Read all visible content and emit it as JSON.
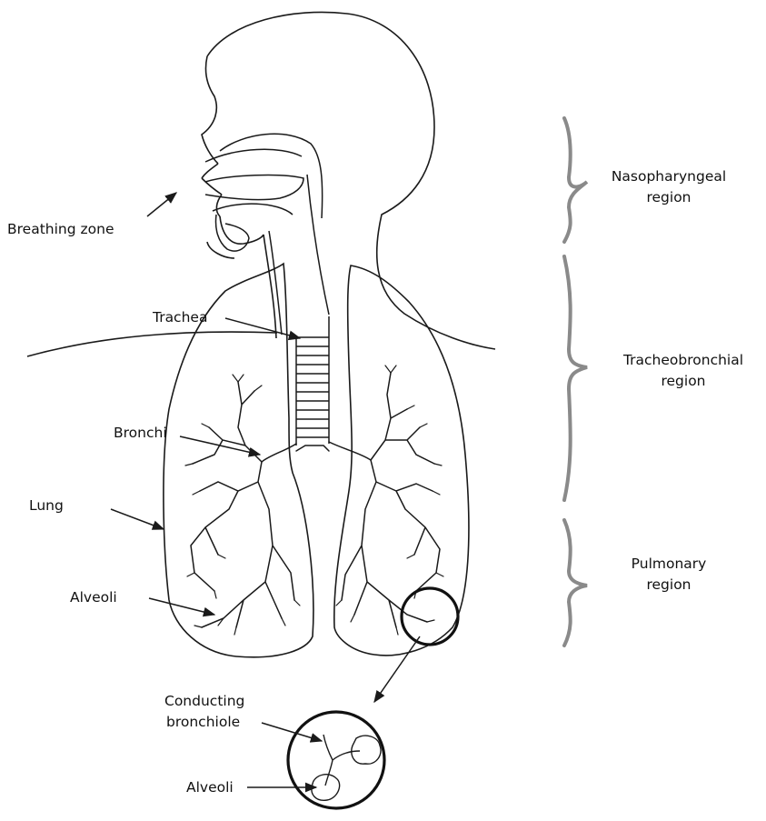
{
  "labels": {
    "breathing_zone": "Breathing zone",
    "trachea": "Trachea",
    "bronchi": "Bronchi",
    "lung": "Lung",
    "alveoli": "Alveoli",
    "conducting_bronchiole": "Conducting bronchiole",
    "conducting_line1": "Conducting",
    "conducting_line2": "bronchiole",
    "alveoli_detail": "Alveoli"
  },
  "regions": [
    {
      "line1": "Nasopharyngeal",
      "line2": "region"
    },
    {
      "line1": "Tracheobronchial",
      "line2": "region"
    },
    {
      "line1": "Pulmonary",
      "line2": "region"
    }
  ],
  "colors": {
    "outline": "#1a1a1a",
    "bracket": "#8a8a8a"
  }
}
